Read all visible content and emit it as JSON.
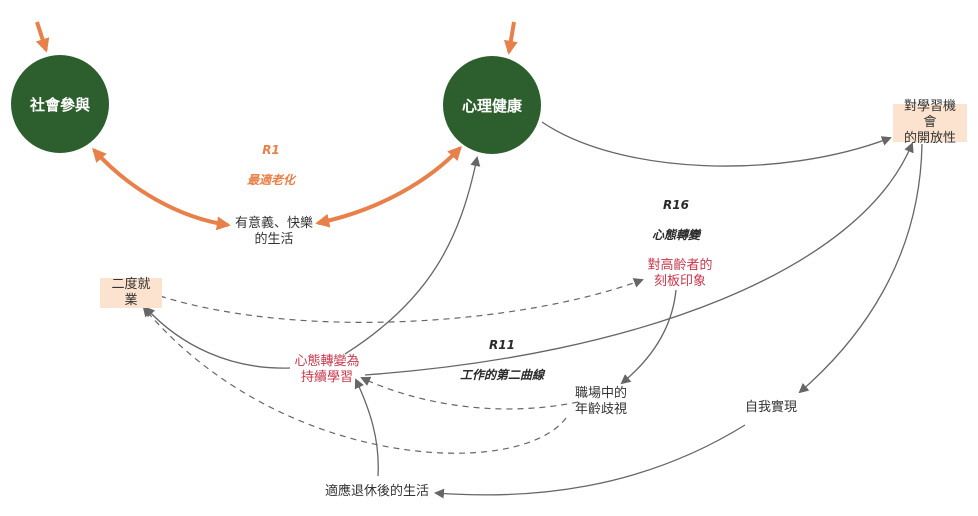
{
  "nodes": {
    "social": "社會參與",
    "mental": "心理健康",
    "openness": "對學習機會\n的開放性",
    "meaningful": "有意義、快樂\n的生活",
    "reemploy": "二度就業",
    "stereotype": "對高齡者的\n刻板印象",
    "mindset": "心態轉變為\n持續學習",
    "ageism": "職場中的\n年齡歧視",
    "selfreal": "自我實現",
    "retire": "適應退休後的生活"
  },
  "loops": {
    "r1": {
      "id": "R1",
      "name": "最適老化"
    },
    "r16": {
      "id": "R16",
      "name": "心態轉變"
    },
    "r11": {
      "id": "R11",
      "name": "工作的第二曲線"
    }
  },
  "colors": {
    "circle": "#2d5f2e",
    "box": "#fbe3cf",
    "orange": "#e8804a",
    "red_text": "#c8374b",
    "link": "#666666"
  }
}
